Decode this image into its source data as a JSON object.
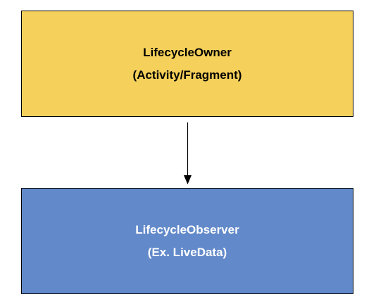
{
  "owner": {
    "line1": "LifecycleOwner",
    "line2": "(Activity/Fragment)",
    "fill_color": "#f5d05a",
    "text_color": "#000000"
  },
  "observer": {
    "line1": "LifecycleObserver",
    "line2": "(Ex. LiveData)",
    "fill_color": "#6289c9",
    "text_color": "#ffffff"
  },
  "connector": {
    "from": "owner",
    "to": "observer",
    "color": "#000000"
  }
}
